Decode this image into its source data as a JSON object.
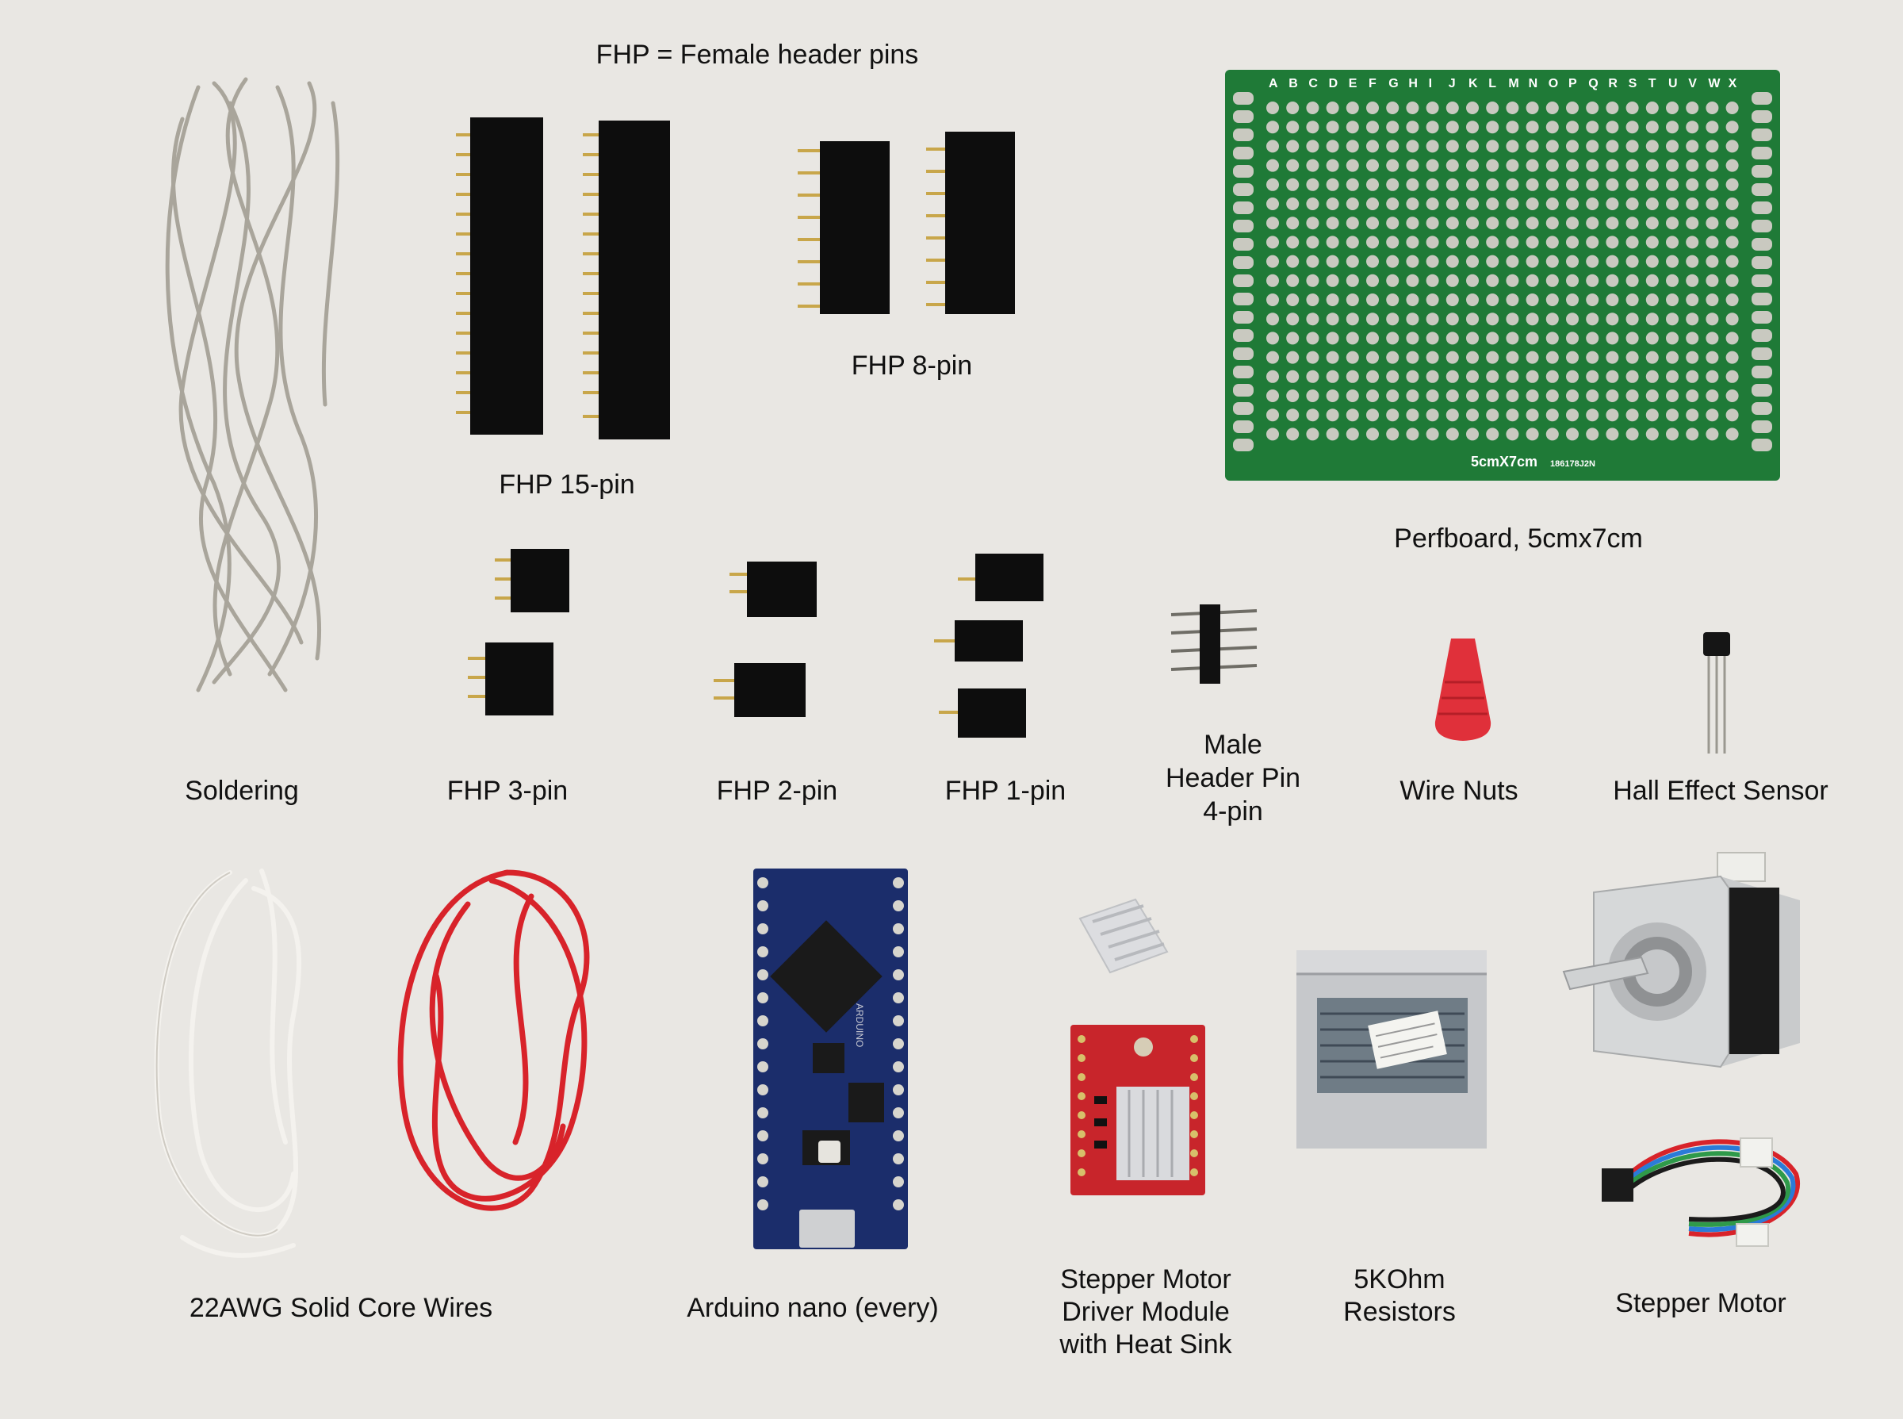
{
  "colors": {
    "background": "#e9e7e3",
    "pcb_green": "#1f7a37",
    "pad": "#c9c9c0",
    "header_black": "#0d0d0d",
    "pin_gold": "#c8a64a",
    "wire_red": "#d8232a",
    "wire_white": "#f4f2ee",
    "solder": "#a9a59b",
    "nano_blue": "#1b2d6b",
    "driver_red": "#c8252b",
    "motor_silver": "#c9cbcc",
    "wire_nut_red": "#e0303a"
  },
  "labels": {
    "legend": "FHP = Female header pins",
    "fhp15": "FHP 15-pin",
    "fhp8": "FHP 8-pin",
    "perfboard": "Perfboard, 5cmx7cm",
    "soldering": "Soldering",
    "fhp3": "FHP 3-pin",
    "fhp2": "FHP 2-pin",
    "fhp1": "FHP 1-pin",
    "male_line1": "Male",
    "male_line2": "Header Pin",
    "male_line3": "4-pin",
    "wire_nuts": "Wire Nuts",
    "hall": "Hall Effect Sensor",
    "wires": "22AWG Solid Core Wires",
    "nano": "Arduino nano (every)",
    "driver_line1": "Stepper Motor",
    "driver_line2": "Driver Module",
    "driver_line3": "with Heat Sink",
    "res_line1": "5KOhm",
    "res_line2": "Resistors",
    "motor": "Stepper Motor"
  },
  "perfboard": {
    "columns": [
      "A",
      "B",
      "C",
      "D",
      "E",
      "F",
      "G",
      "H",
      "I",
      "J",
      "K",
      "L",
      "M",
      "N",
      "O",
      "P",
      "Q",
      "R",
      "S",
      "T",
      "U",
      "V",
      "W",
      "X"
    ],
    "silkscreen": "5cmX7cm",
    "code": "186178J2N"
  },
  "nano": {
    "brand": "ARDUINO"
  }
}
